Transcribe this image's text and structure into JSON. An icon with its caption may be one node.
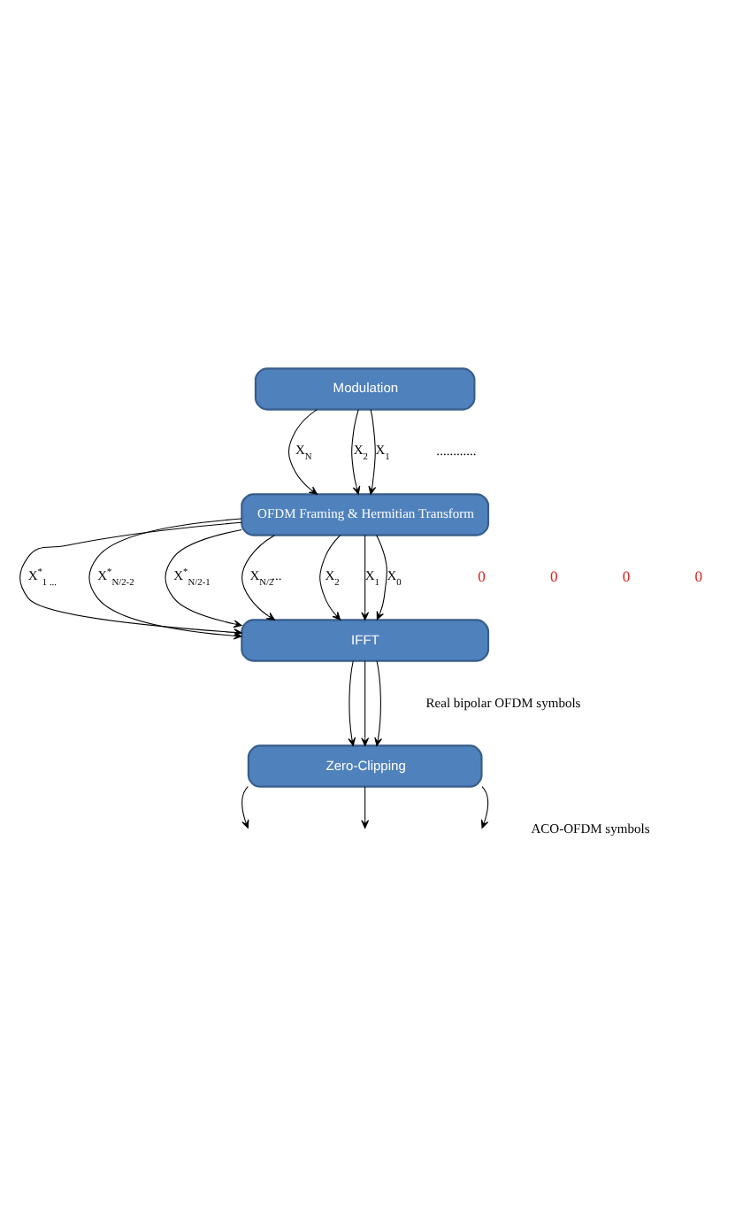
{
  "diagram": {
    "nodes": [
      {
        "text": [
          "Modulation"
        ]
      },
      {
        "text": [
          "OFDM Framing & Hermitian Transform"
        ]
      },
      {
        "text": [
          "IFFT"
        ]
      },
      {
        "text": [
          "Zero-Clipping"
        ]
      }
    ],
    "edges": [
      {
        "from": 0,
        "to": 1,
        "arrow": "to",
        "label": "X$_{N}$"
      },
      {
        "from": 0,
        "to": 1,
        "arrow": "to",
        "label": "X$_{2}$"
      },
      {
        "from": 0,
        "to": 1,
        "arrow": "to",
        "label": "X$_{1}$"
      },
      {
        "from": 1,
        "to": 2,
        "arrow": "to",
        "label": "X$^{*}$$_{1 ...}$"
      },
      {
        "from": 1,
        "to": 2,
        "arrow": "to",
        "label": "X$^{*}$$_{N/2-2}$"
      },
      {
        "from": 1,
        "to": 2,
        "arrow": "to",
        "label": "X$^{*}$$_{N/2-1}$"
      },
      {
        "from": 1,
        "to": 2,
        "arrow": "to",
        "label": "X$_{N/2}$..."
      },
      {
        "from": 1,
        "to": 2,
        "arrow": "to",
        "label": "X$_{2}$"
      },
      {
        "from": 1,
        "to": 2,
        "arrow": "to",
        "label": "X$_{1}$"
      },
      {
        "from": 1,
        "to": 2,
        "arrow": "to",
        "label": "X$_{0}$"
      },
      {
        "from": 2,
        "to": 3,
        "arrow": "to"
      },
      {
        "from": 2,
        "to": 3,
        "arrow": "to"
      },
      {
        "from": 2,
        "to": 3,
        "arrow": "to"
      },
      {
        "from": 3,
        "to": null,
        "arrow": "to"
      },
      {
        "from": 3,
        "to": null,
        "arrow": "to"
      },
      {
        "from": 3,
        "to": null,
        "arrow": "to"
      }
    ],
    "labels": [
      "............",
      "0",
      "0",
      "0",
      "0",
      "Real bipolar OFDM symbols",
      "ACO-OFDM symbols"
    ]
  }
}
